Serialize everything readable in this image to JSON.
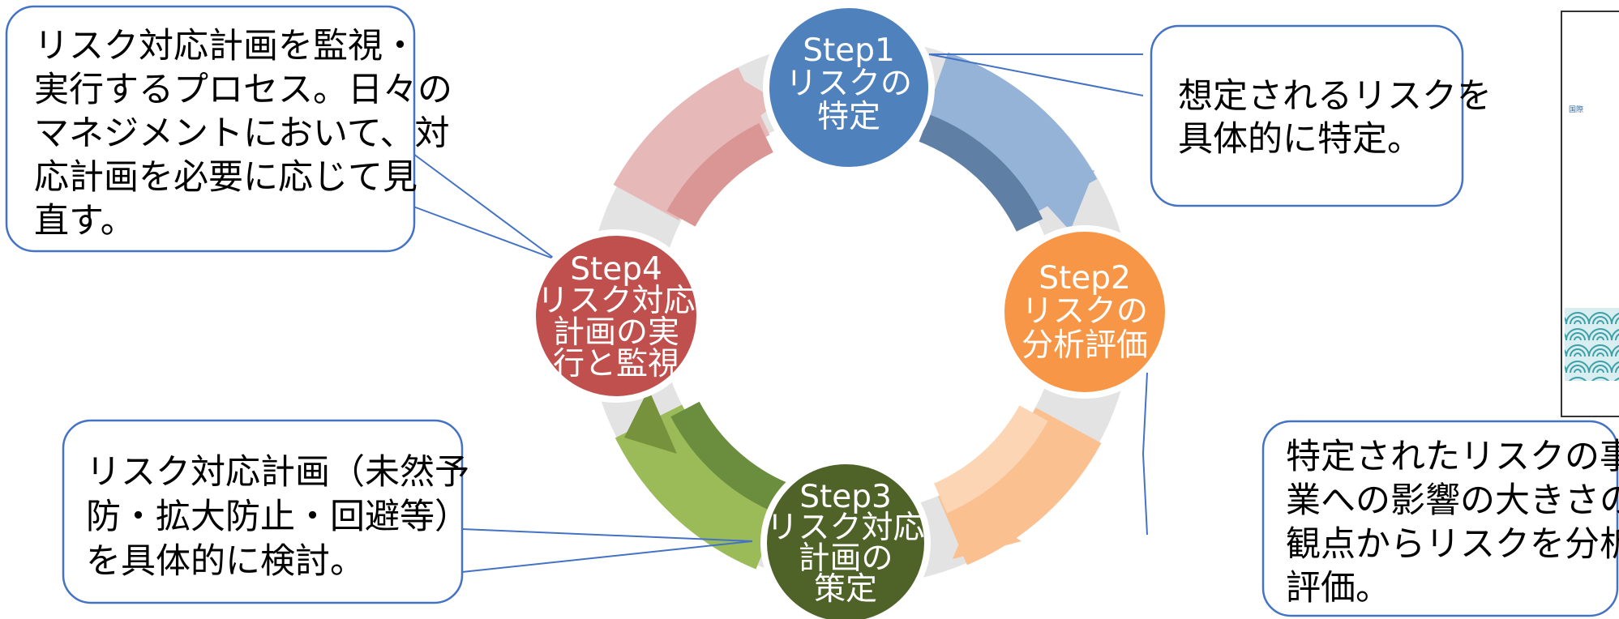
{
  "colors": {
    "step1": "#4f81bd",
    "step2": "#f79646",
    "step3": "#4f6228",
    "step4": "#c0504d",
    "callout_border": "#4472c4",
    "ring_gray": "#e3e3e3"
  },
  "steps": [
    {
      "id": "step1",
      "lines": [
        "Step1",
        "リスクの",
        "特定"
      ]
    },
    {
      "id": "step2",
      "lines": [
        "Step2",
        "リスクの",
        "分析評価"
      ]
    },
    {
      "id": "step3",
      "lines": [
        "Step3",
        "リスク対応",
        "計画の",
        "策定"
      ]
    },
    {
      "id": "step4",
      "lines": [
        "Step4",
        "リスク対応",
        "計画の実",
        "行と監視"
      ]
    }
  ],
  "callouts": {
    "top_left": [
      "リスク対応計画を監視・",
      "実行するプロセス。日々の",
      "マネジメントにおいて、対",
      "応計画を必要に応じて見",
      "直す。"
    ],
    "top_right": [
      "想定されるリスクを",
      "具体的に特定。"
    ],
    "bottom_left": [
      "リスク対応計画（未然予",
      "防・拡大防止・回避等）",
      "を具体的に検討。"
    ],
    "bottom_right": [
      "特定されたリスクの事",
      "業への影響の大きさの",
      "観点からリスクを分析",
      "評価。"
    ]
  },
  "document_thumbnail": {
    "header_text": "国際"
  }
}
